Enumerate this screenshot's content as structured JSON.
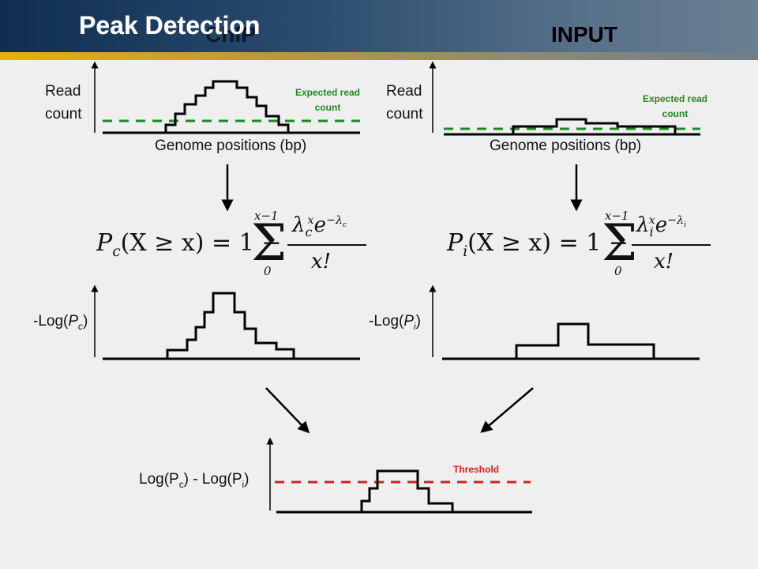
{
  "slide": {
    "title": "Peak Detection",
    "left_title": "ChIP",
    "right_title": "INPUT"
  },
  "labels": {
    "read_count_line1": "Read",
    "read_count_line2": "count",
    "genome_positions": "Genome positions (bp)",
    "expected_line1": "Expected read",
    "expected_line2": "count",
    "neg_log_prefix": "-Log(",
    "neg_log_suffix": ")",
    "log_diff_a": "Log(P",
    "log_diff_b": ") - Log(P",
    "log_diff_c": ")",
    "threshold": "Threshold",
    "sub_c": "c",
    "sub_i": "i"
  },
  "formula": {
    "lhs_p": "P",
    "lhs_rest": "(X ≥ x) = 1 −",
    "upper": "x−1",
    "lower": "0",
    "sum": "Σ",
    "lambda": "λ",
    "exp_e": "e",
    "exp_neg": "−λ",
    "sup_x": "x",
    "denominator": "x!"
  },
  "colors": {
    "expected_line": "#1e8b1e",
    "threshold_line": "#d42020",
    "step_line": "#000000"
  }
}
